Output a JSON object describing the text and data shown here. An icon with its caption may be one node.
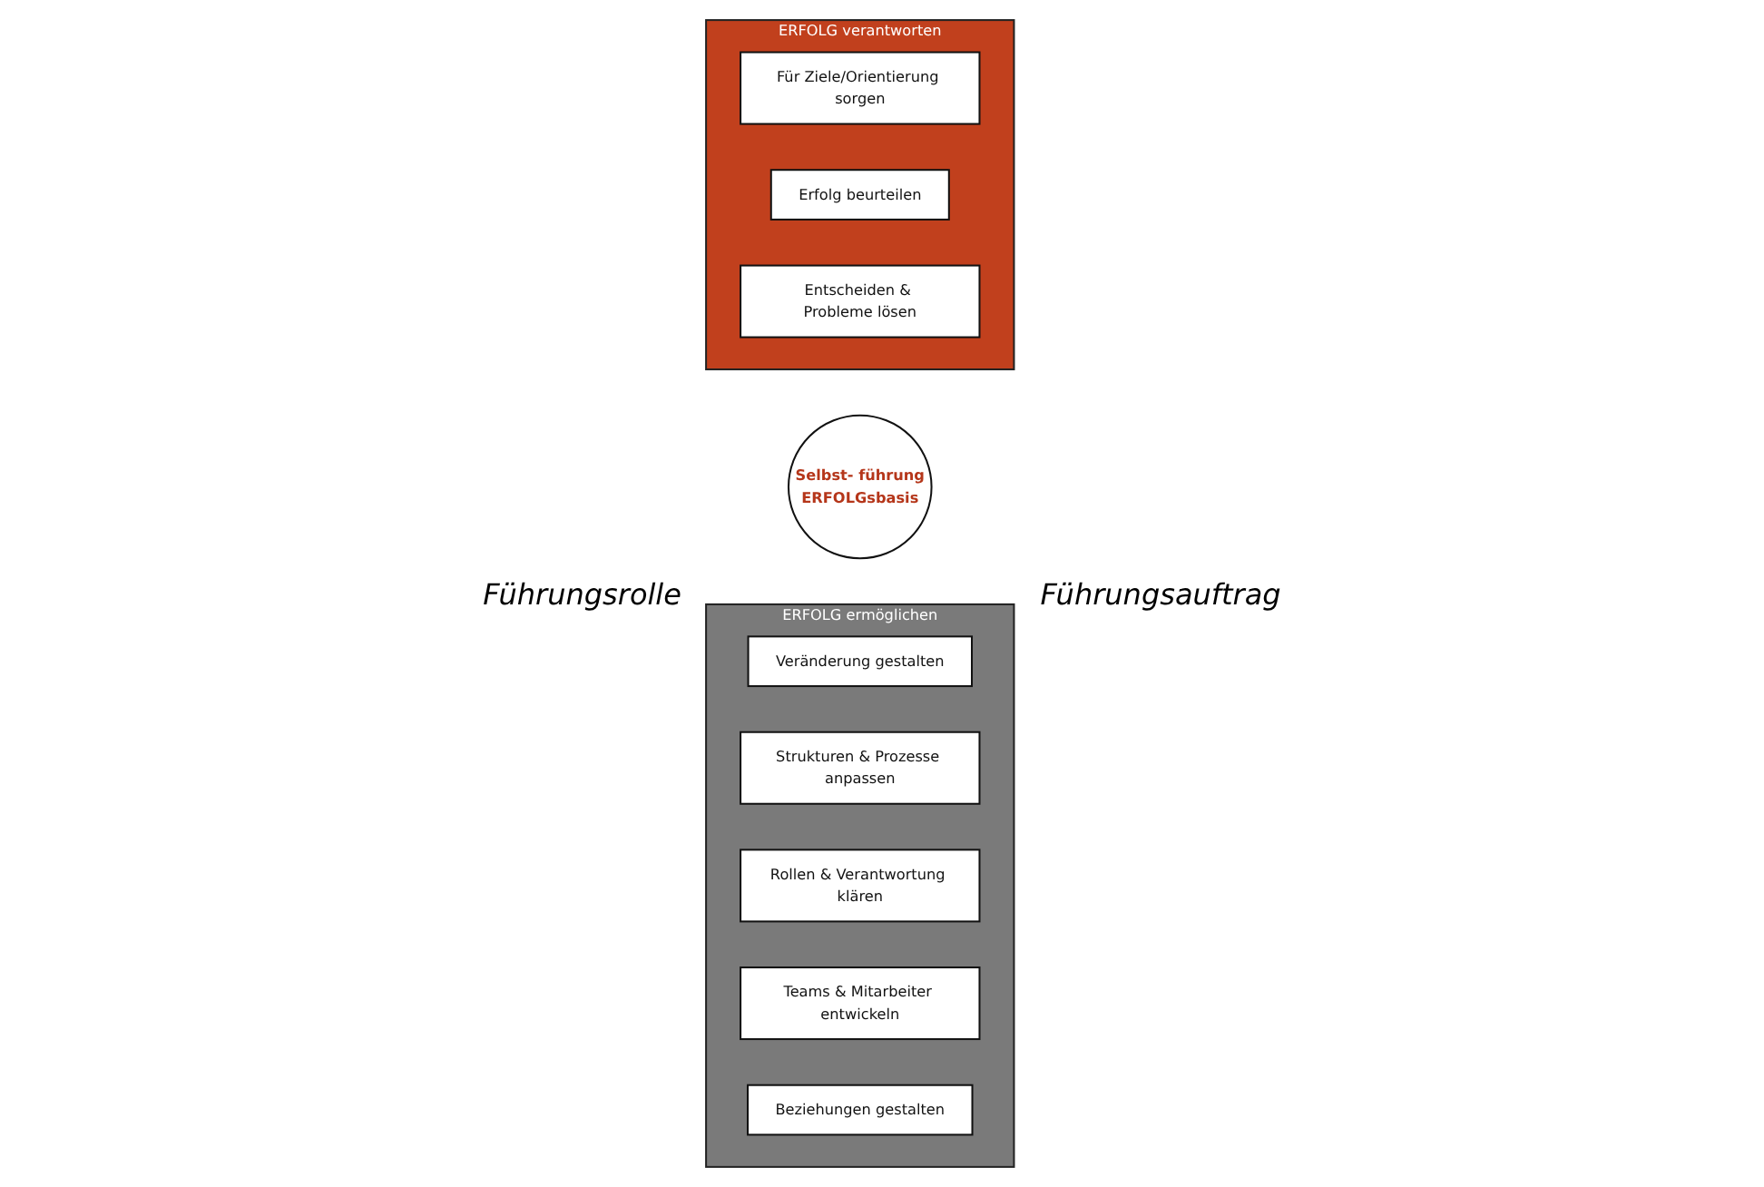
{
  "diagram": {
    "nodes": [
      {
        "text": [
          "ERFOLG verantworten"
        ]
      },
      {
        "text": [
          "Für Ziele/Orientierung sorgen"
        ],
        "in": 0
      },
      {
        "text": [
          "Erfolg beurteilen"
        ],
        "in": 0
      },
      {
        "text": [
          "Entscheiden & Probleme lösen"
        ],
        "in": 0
      },
      {
        "text": [
          "Selbst- führung",
          "ERFOLGsbasis"
        ]
      },
      {
        "text": [
          "ERFOLG ermöglichen"
        ]
      },
      {
        "text": [
          "Veränderung gestalten"
        ],
        "in": 5
      },
      {
        "text": [
          "Strukturen & Prozesse anpassen"
        ],
        "in": 5
      },
      {
        "text": [
          "Rollen & Verantwortung klären"
        ],
        "in": 5
      },
      {
        "text": [
          "Teams & Mitarbeiter entwickeln"
        ],
        "in": 5
      },
      {
        "text": [
          "Beziehungen gestalten"
        ],
        "in": 5
      }
    ],
    "edges": [],
    "labels": [
      "Führungsrolle",
      "Führungsauftrag"
    ]
  }
}
